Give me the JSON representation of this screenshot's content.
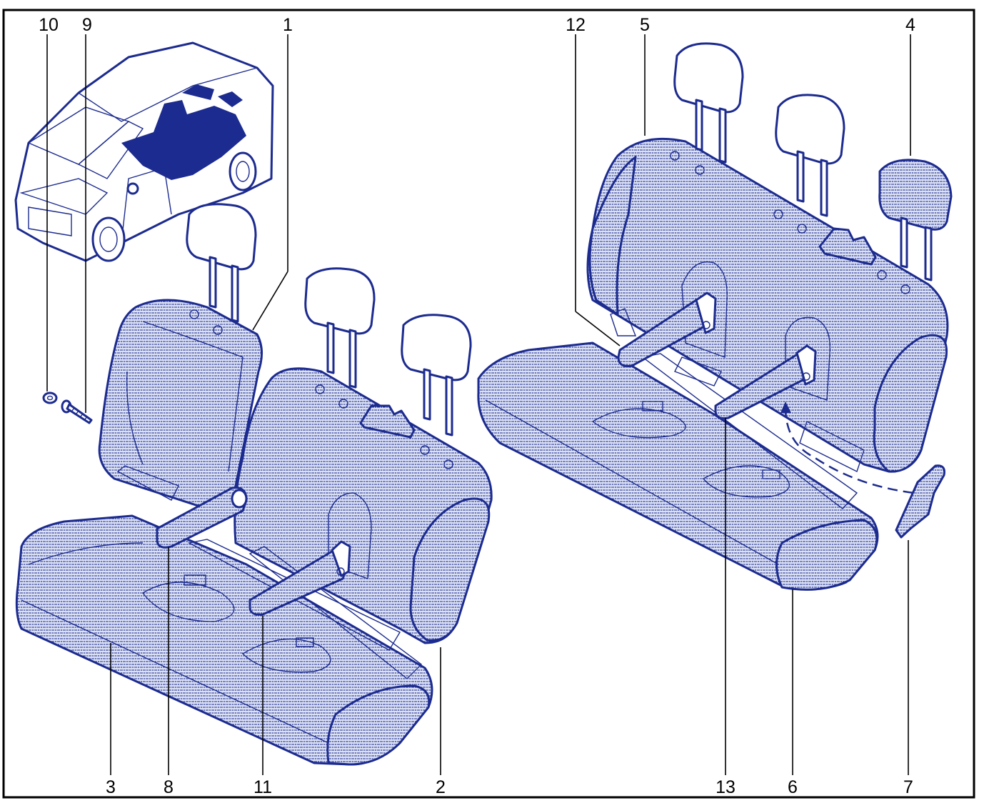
{
  "callouts": {
    "c1": "1",
    "c2": "2",
    "c3": "3",
    "c4": "4",
    "c5": "5",
    "c6": "6",
    "c7": "7",
    "c8": "8",
    "c9": "9",
    "c10": "10",
    "c11": "11",
    "c12": "12",
    "c13": "13"
  },
  "colors": {
    "line": "#1c2b8f",
    "fabric": "#c9d2ee",
    "dark_fill": "#1c2b8f",
    "text": "#000000"
  }
}
